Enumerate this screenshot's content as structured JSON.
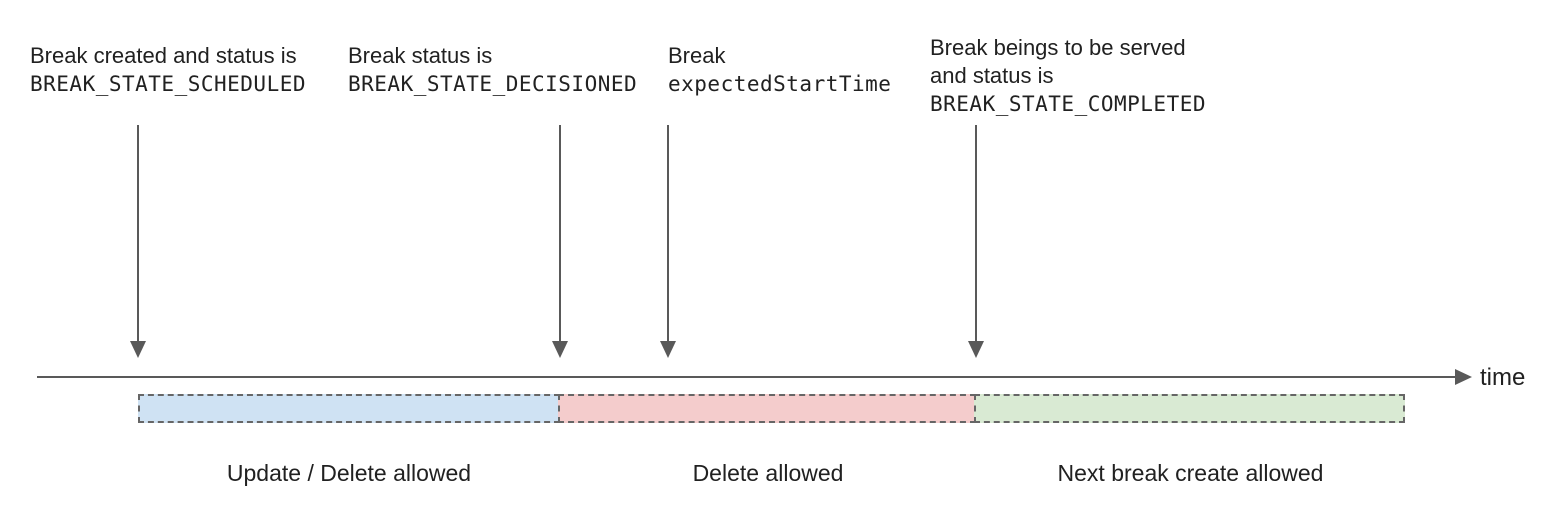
{
  "annotations": [
    {
      "text": "Break created and status is",
      "code": "BREAK_STATE_SCHEDULED"
    },
    {
      "text": "Break status is",
      "code": "BREAK_STATE_DECISIONED"
    },
    {
      "text": "Break",
      "code": "expectedStartTime"
    },
    {
      "text": "Break beings to be served",
      "text2": "and status is",
      "code": "BREAK_STATE_COMPLETED"
    }
  ],
  "timeline": {
    "axis_label": "time"
  },
  "segments": [
    {
      "label": "Update / Delete allowed",
      "color": "#cfe2f3"
    },
    {
      "label": "Delete allowed",
      "color": "#f4cccc"
    },
    {
      "label": "Next break create allowed",
      "color": "#d9ead3"
    }
  ],
  "colors": {
    "line": "#595959",
    "dashed_border": "#666666",
    "text": "#212121"
  }
}
